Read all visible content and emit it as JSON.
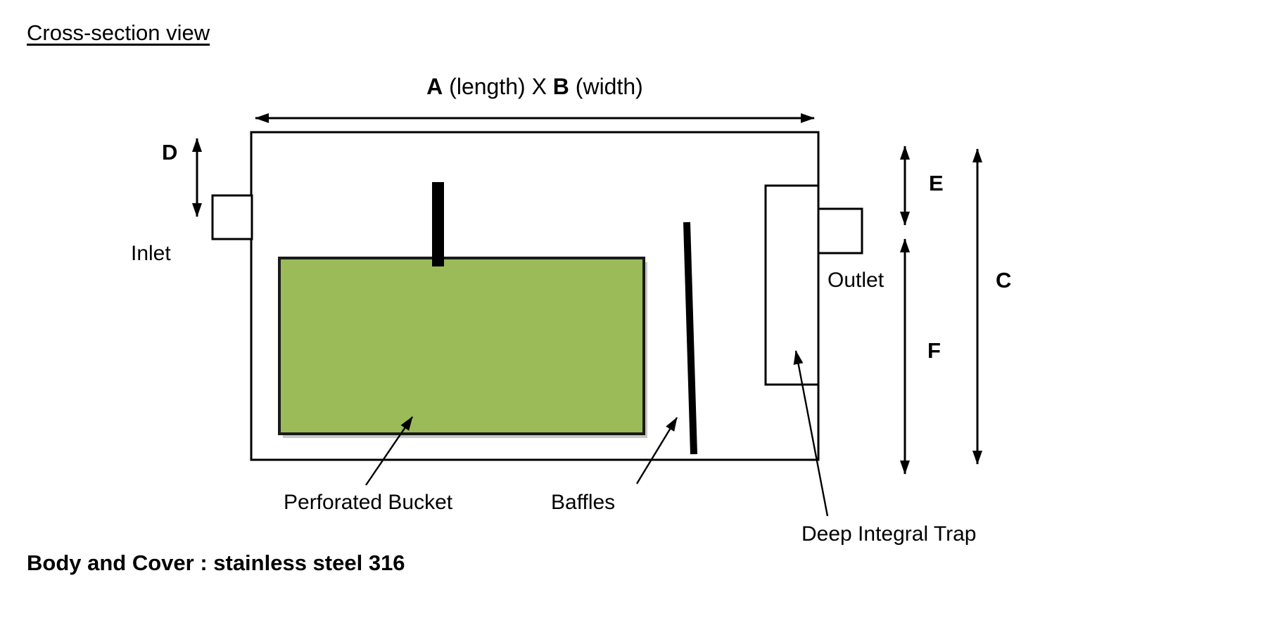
{
  "diagram": {
    "title": "Cross-section view",
    "top_dimension": {
      "a": "A",
      "between": " (length) X ",
      "b": "B",
      "after": " (width)"
    },
    "dimension_labels": {
      "d": "D",
      "e": "E",
      "f": "F",
      "c": "C"
    },
    "ports": {
      "inlet": "Inlet",
      "outlet": "Outlet"
    },
    "callouts": {
      "perforated_bucket": "Perforated Bucket",
      "baffles": "Baffles",
      "deep_integral_trap": "Deep Integral Trap"
    },
    "footer_note": "Body and Cover : stainless steel 316",
    "colors": {
      "bucket_fill": "#9bbb59",
      "bucket_border": "#1a1a1a",
      "line_color": "#000000",
      "background": "#ffffff"
    }
  }
}
